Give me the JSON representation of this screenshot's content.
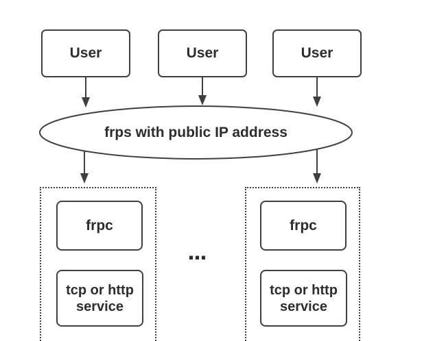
{
  "diagram": {
    "title_hint": "frp architecture",
    "users": [
      {
        "label": "User"
      },
      {
        "label": "User"
      },
      {
        "label": "User"
      }
    ],
    "server": {
      "label": "frps with public IP address"
    },
    "client_groups": [
      {
        "frpc": "frpc",
        "service": "tcp or http service"
      },
      {
        "frpc": "frpc",
        "service": "tcp or http service"
      }
    ],
    "separator": "...",
    "colors": {
      "stroke": "#3f3f3f",
      "text": "#2d2d2d",
      "background": "#ffffff"
    }
  }
}
